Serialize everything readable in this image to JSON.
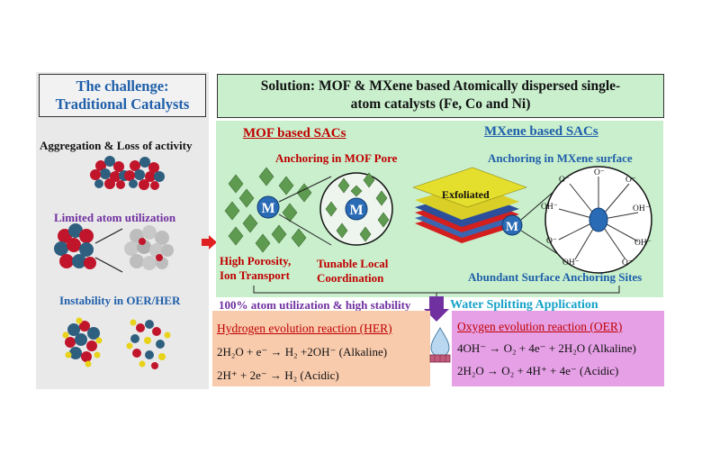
{
  "challenge": {
    "title_line1": "The challenge:",
    "title_line2": "Traditional Catalysts",
    "issue1": "Aggregation & Loss of activity",
    "issue2": "Limited atom utilization",
    "issue3": "Instability in OER/HER"
  },
  "solution": {
    "title_line1": "Solution: MOF & MXene based Atomically dispersed single-",
    "title_line2": "atom catalysts (Fe, Co and Ni)"
  },
  "mof": {
    "heading": "MOF based SACs",
    "anchoring": "Anchoring in MOF Pore",
    "metal_label": "M",
    "feature1_line1": "High Porosity,",
    "feature1_line2": "Ion Transport",
    "feature2_line1": "Tunable Local",
    "feature2_line2": "Coordination"
  },
  "mxene": {
    "heading": "MXene based SACs",
    "anchoring": "Anchoring in MXene surface",
    "exfoliated": "Exfoliated",
    "metal_label": "M",
    "bottom_label": "Abundant Surface Anchoring Sites",
    "groups": [
      "O⁻",
      "O⁻",
      "O⁻",
      "OH⁻",
      "OH⁻",
      "O⁻",
      "OH⁻",
      "OH⁻",
      "O⁻"
    ]
  },
  "summary": "100% atom utilization & high stability",
  "application": "Water Splitting Application",
  "her": {
    "title": "Hydrogen evolution reaction (HER)",
    "alkaline": "2H₂O + e⁻ → H₂ +2OH⁻ (Alkaline)",
    "acidic": "2H⁺ + 2e⁻ → H₂ (Acidic)"
  },
  "oer": {
    "title": "Oxygen evolution reaction (OER)",
    "alkaline": "4OH⁻ → O₂ + 4e⁻ + 2H₂O (Alkaline)",
    "acidic": "2H₂O → O₂ + 4H⁺ + 4e⁻ (Acidic)"
  },
  "colors": {
    "blue_text": "#1f5faa",
    "red_text": "#c00000",
    "purple_text": "#7030a0",
    "panel_green": "#c9efcd",
    "her_fill": "#f8cbad",
    "oer_fill": "#e6a0e6"
  }
}
